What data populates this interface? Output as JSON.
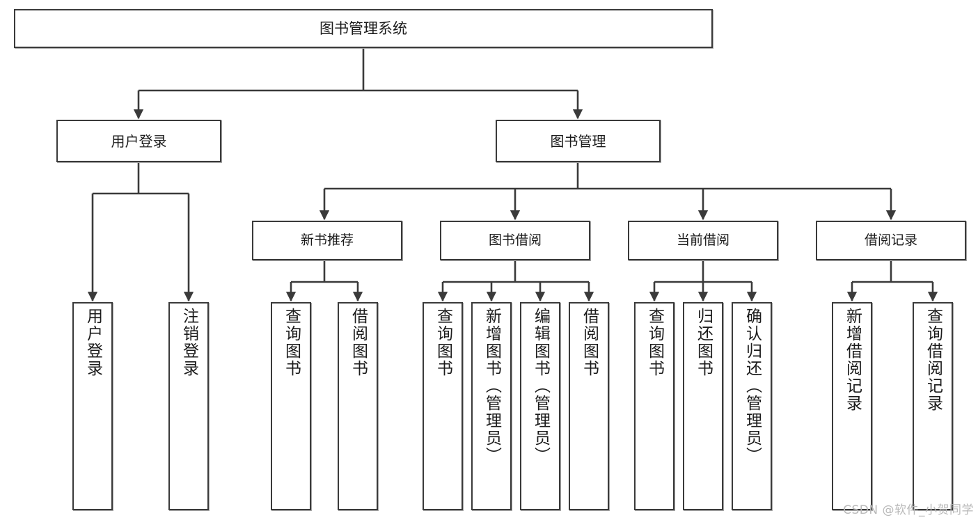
{
  "diagram": {
    "title": "图书管理系统",
    "watermark": "CSDN @软件_小贺同学",
    "stroke_color": "#3a3a3a",
    "fill_color": "#ffffff",
    "text_color": "#1b1b1b",
    "watermark_color": "#b9b9b9",
    "nodes": {
      "root": {
        "label": "图书管理系统"
      },
      "level2": [
        {
          "label": "用户登录"
        },
        {
          "label": "图书管理"
        }
      ],
      "level3": [
        {
          "label": "新书推荐"
        },
        {
          "label": "图书借阅"
        },
        {
          "label": "当前借阅"
        },
        {
          "label": "借阅记录"
        }
      ],
      "leaves": {
        "user_login": [
          {
            "label": "用户登录"
          },
          {
            "label": "注销登录"
          }
        ],
        "new_book_recommend": [
          {
            "label": "查询图书"
          },
          {
            "label": "借阅图书"
          }
        ],
        "book_borrow": [
          {
            "label": "查询图书"
          },
          {
            "label": "新增图书（管理员）"
          },
          {
            "label": "编辑图书（管理员）"
          },
          {
            "label": "借阅图书"
          }
        ],
        "current_borrow": [
          {
            "label": "查询图书"
          },
          {
            "label": "归还图书"
          },
          {
            "label": "确认归还（管理员）"
          }
        ],
        "borrow_records": [
          {
            "label": "新增借阅记录"
          },
          {
            "label": "查询借阅记录"
          }
        ]
      }
    }
  }
}
